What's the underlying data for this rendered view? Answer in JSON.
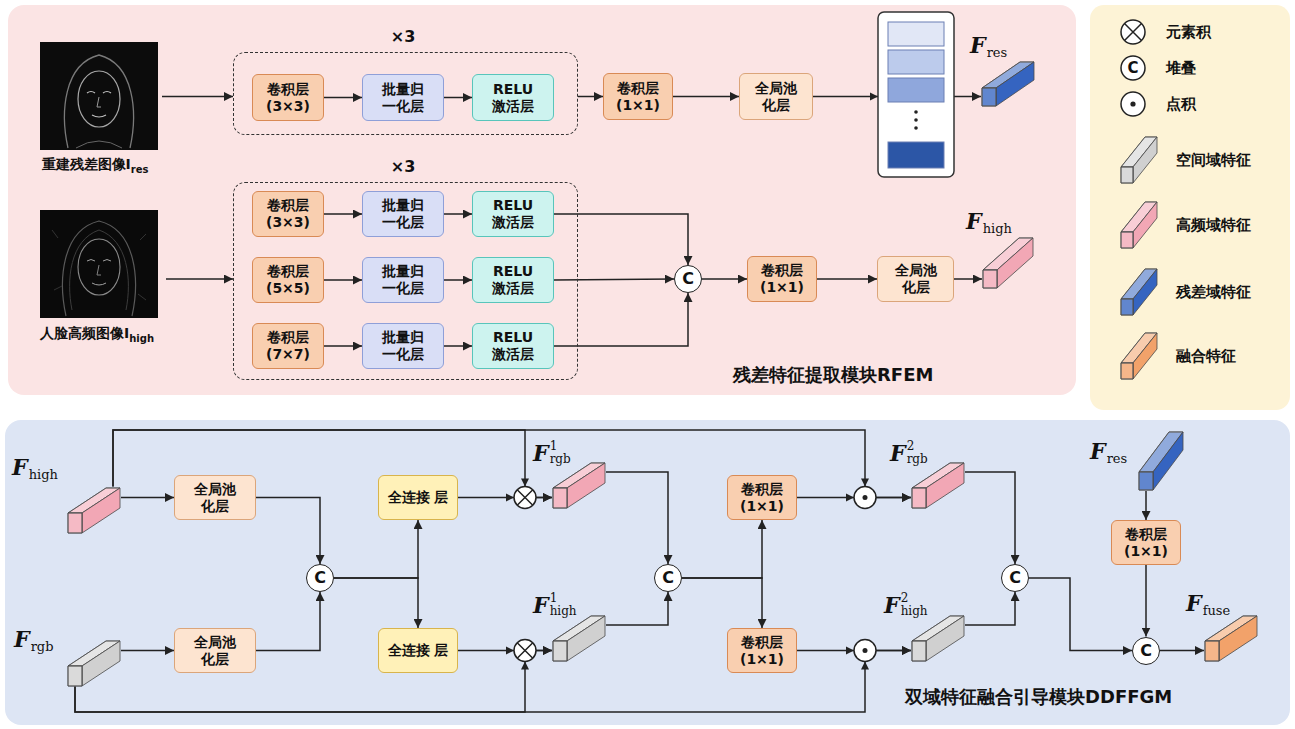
{
  "diagram": {
    "nodes": [
      {
        "text": [
          "残差特征提取模块RFEM"
        ]
      },
      {
        "text": [
          "重建残差图像I",
          "res"
        ],
        "in": 0
      },
      {
        "text": [
          "×3"
        ],
        "in": 0
      },
      {
        "text": [
          "卷积层 (3×3)"
        ],
        "in": 2
      },
      {
        "text": [
          "批量归 一化层"
        ],
        "in": 2
      },
      {
        "text": [
          "RELU 激活层"
        ],
        "in": 2
      },
      {
        "text": [
          "卷积层 (1×1)"
        ],
        "in": 0
      },
      {
        "text": [
          "全局池 化层"
        ],
        "in": 0
      },
      {
        "text": [
          "F",
          "res"
        ],
        "in": 0
      },
      {
        "text": [
          "人脸高频图像I",
          "high"
        ],
        "in": 0
      },
      {
        "text": [
          "×3"
        ],
        "in": 0
      },
      {
        "text": [
          "卷积层 (3×3)"
        ],
        "in": 10
      },
      {
        "text": [
          "批量归 一化层"
        ],
        "in": 10
      },
      {
        "text": [
          "RELU 激活层"
        ],
        "in": 10
      },
      {
        "text": [
          "卷积层 (5×5)"
        ],
        "in": 10
      },
      {
        "text": [
          "批量归 一化层"
        ],
        "in": 10
      },
      {
        "text": [
          "RELU 激活层"
        ],
        "in": 10
      },
      {
        "text": [
          "卷积层 (7×7)"
        ],
        "in": 10
      },
      {
        "text": [
          "批量归 一化层"
        ],
        "in": 10
      },
      {
        "text": [
          "RELU 激活层"
        ],
        "in": 10
      },
      {
        "text": [
          "C"
        ],
        "in": 0
      },
      {
        "text": [
          "卷积层 (1×1)"
        ],
        "in": 0
      },
      {
        "text": [
          "全局池 化层"
        ],
        "in": 0
      },
      {
        "text": [
          "F",
          "high"
        ],
        "in": 0
      },
      {
        "text": [
          "双域特征融合引导模块DDFFGM"
        ]
      },
      {
        "text": [
          "F",
          "high"
        ],
        "in": 24
      },
      {
        "text": [
          "F",
          "rgb"
        ],
        "in": 24
      },
      {
        "text": [
          "全局池 化层"
        ],
        "in": 24
      },
      {
        "text": [
          "全局池 化层"
        ],
        "in": 24
      },
      {
        "text": [
          "C"
        ],
        "in": 24
      },
      {
        "text": [
          "全连接 层"
        ],
        "in": 24
      },
      {
        "text": [
          "全连接 层"
        ],
        "in": 24
      },
      {
        "text": [
          "F",
          "1",
          "rgb"
        ],
        "in": 24
      },
      {
        "text": [
          "F",
          "1",
          "high"
        ],
        "in": 24
      },
      {
        "text": [
          "C"
        ],
        "in": 24
      },
      {
        "text": [
          "卷积层 (1×1)"
        ],
        "in": 24
      },
      {
        "text": [
          "卷积层 (1×1)"
        ],
        "in": 24
      },
      {
        "text": [
          "F",
          "2",
          "rgb"
        ],
        "in": 24
      },
      {
        "text": [
          "F",
          "2",
          "high"
        ],
        "in": 24
      },
      {
        "text": [
          "C"
        ],
        "in": 24
      },
      {
        "text": [
          "F",
          "res"
        ],
        "in": 24
      },
      {
        "text": [
          "卷积层 (1×1)"
        ],
        "in": 24
      },
      {
        "text": [
          "C"
        ],
        "in": 24
      },
      {
        "text": [
          "F",
          "fuse"
        ],
        "in": 24
      }
    ],
    "edges": [
      {
        "from": 1,
        "to": 2,
        "arrow": "to"
      },
      {
        "from": 3,
        "to": 4,
        "arrow": "to"
      },
      {
        "from": 4,
        "to": 5,
        "arrow": "to"
      },
      {
        "from": 2,
        "to": 6,
        "arrow": "to"
      },
      {
        "from": 6,
        "to": 7,
        "arrow": "to"
      },
      {
        "from": 7,
        "to": 8,
        "arrow": "to"
      },
      {
        "from": 9,
        "to": 10,
        "arrow": "to"
      },
      {
        "from": 11,
        "to": 12,
        "arrow": "to"
      },
      {
        "from": 12,
        "to": 13,
        "arrow": "to"
      },
      {
        "from": 14,
        "to": 15,
        "arrow": "to"
      },
      {
        "from": 15,
        "to": 16,
        "arrow": "to"
      },
      {
        "from": 17,
        "to": 18,
        "arrow": "to"
      },
      {
        "from": 18,
        "to": 19,
        "arrow": "to"
      },
      {
        "from": 13,
        "to": 20,
        "arrow": "to"
      },
      {
        "from": 16,
        "to": 20,
        "arrow": "to"
      },
      {
        "from": 19,
        "to": 20,
        "arrow": "to"
      },
      {
        "from": 20,
        "to": 21,
        "arrow": "to"
      },
      {
        "from": 21,
        "to": 22,
        "arrow": "to"
      },
      {
        "from": 22,
        "to": 23,
        "arrow": "to"
      },
      {
        "from": 25,
        "to": 27,
        "arrow": "to"
      },
      {
        "from": 26,
        "to": 28,
        "arrow": "to"
      },
      {
        "from": 27,
        "to": 29,
        "arrow": "to"
      },
      {
        "from": 28,
        "to": 29,
        "arrow": "to"
      },
      {
        "from": 29,
        "to": 30,
        "arrow": "to"
      },
      {
        "from": 29,
        "to": 31,
        "arrow": "to"
      },
      {
        "from": 30,
        "to": 32,
        "arrow": "to"
      },
      {
        "from": 25,
        "to": 32,
        "arrow": "to"
      },
      {
        "from": 31,
        "to": 33,
        "arrow": "to"
      },
      {
        "from": 26,
        "to": 33,
        "arrow": "to"
      },
      {
        "from": 32,
        "to": 34,
        "arrow": "to"
      },
      {
        "from": 33,
        "to": 34,
        "arrow": "to"
      },
      {
        "from": 34,
        "to": 35,
        "arrow": "to"
      },
      {
        "from": 34,
        "to": 36,
        "arrow": "to"
      },
      {
        "from": 35,
        "to": 37,
        "arrow": "to"
      },
      {
        "from": 25,
        "to": 37,
        "arrow": "to"
      },
      {
        "from": 36,
        "to": 38,
        "arrow": "to"
      },
      {
        "from": 26,
        "to": 38,
        "arrow": "to"
      },
      {
        "from": 37,
        "to": 39,
        "arrow": "to"
      },
      {
        "from": 38,
        "to": 39,
        "arrow": "to"
      },
      {
        "from": 39,
        "to": 42,
        "arrow": "to"
      },
      {
        "from": 40,
        "to": 41,
        "arrow": "to"
      },
      {
        "from": 41,
        "to": 42,
        "arrow": "to"
      },
      {
        "from": 42,
        "to": 43,
        "arrow": "to"
      }
    ],
    "labels": [
      "C"
    ],
    "legend": [
      {
        "text": "元素积"
      },
      {
        "text": "堆叠"
      },
      {
        "text": "点积"
      },
      {
        "text": "空间域特征",
        "color": "#d0d0d0"
      },
      {
        "text": "高频域特征",
        "color": "#f2a7b5"
      },
      {
        "text": "残差域特征",
        "color": "#3564c0"
      },
      {
        "text": "融合特征",
        "color": "#f2a26a"
      }
    ]
  }
}
